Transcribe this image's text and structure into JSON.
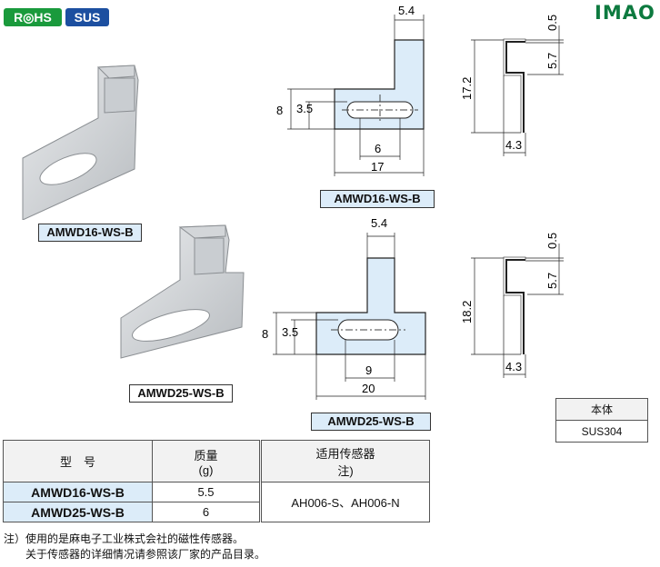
{
  "badges": {
    "rohs": "R◎HS",
    "sus": "SUS"
  },
  "logo": "IMAO",
  "products": [
    {
      "model": "AMWD16-WS-B",
      "mass": "5.5"
    },
    {
      "model": "AMWD25-WS-B",
      "mass": "6"
    }
  ],
  "drawing1": {
    "top_width": "5.4",
    "height_left": "8",
    "slot_offset": "3.5",
    "slot_len": "6",
    "total_width": "17",
    "side_height": "17.2",
    "side_top": "0.5",
    "side_step": "5.7",
    "side_depth": "4.3"
  },
  "drawing2": {
    "top_width": "5.4",
    "height_left": "8",
    "slot_offset": "3.5",
    "slot_len": "9",
    "total_width": "20",
    "side_height": "18.2",
    "side_top": "0.5",
    "side_step": "5.7",
    "side_depth": "4.3"
  },
  "material": {
    "header": "本体",
    "value": "SUS304"
  },
  "table": {
    "col_model": "型　号",
    "col_mass": "质量",
    "col_mass_unit": "(g)",
    "col_sensor": "适用传感器",
    "col_sensor_note": "注)",
    "sensor_value": "AH006-S、AH006-N"
  },
  "notes": [
    "注）使用的是麻电子工业株式会社的磁性传感器。",
    "　　关于传感器的详细情况请参照该厂家的产品目录。"
  ],
  "colors": {
    "rohs_green": "#1a9a3c",
    "sus_blue": "#1c4fa0",
    "blue_fill": "#dcecf9",
    "logo_green": "#0d7a3f"
  }
}
